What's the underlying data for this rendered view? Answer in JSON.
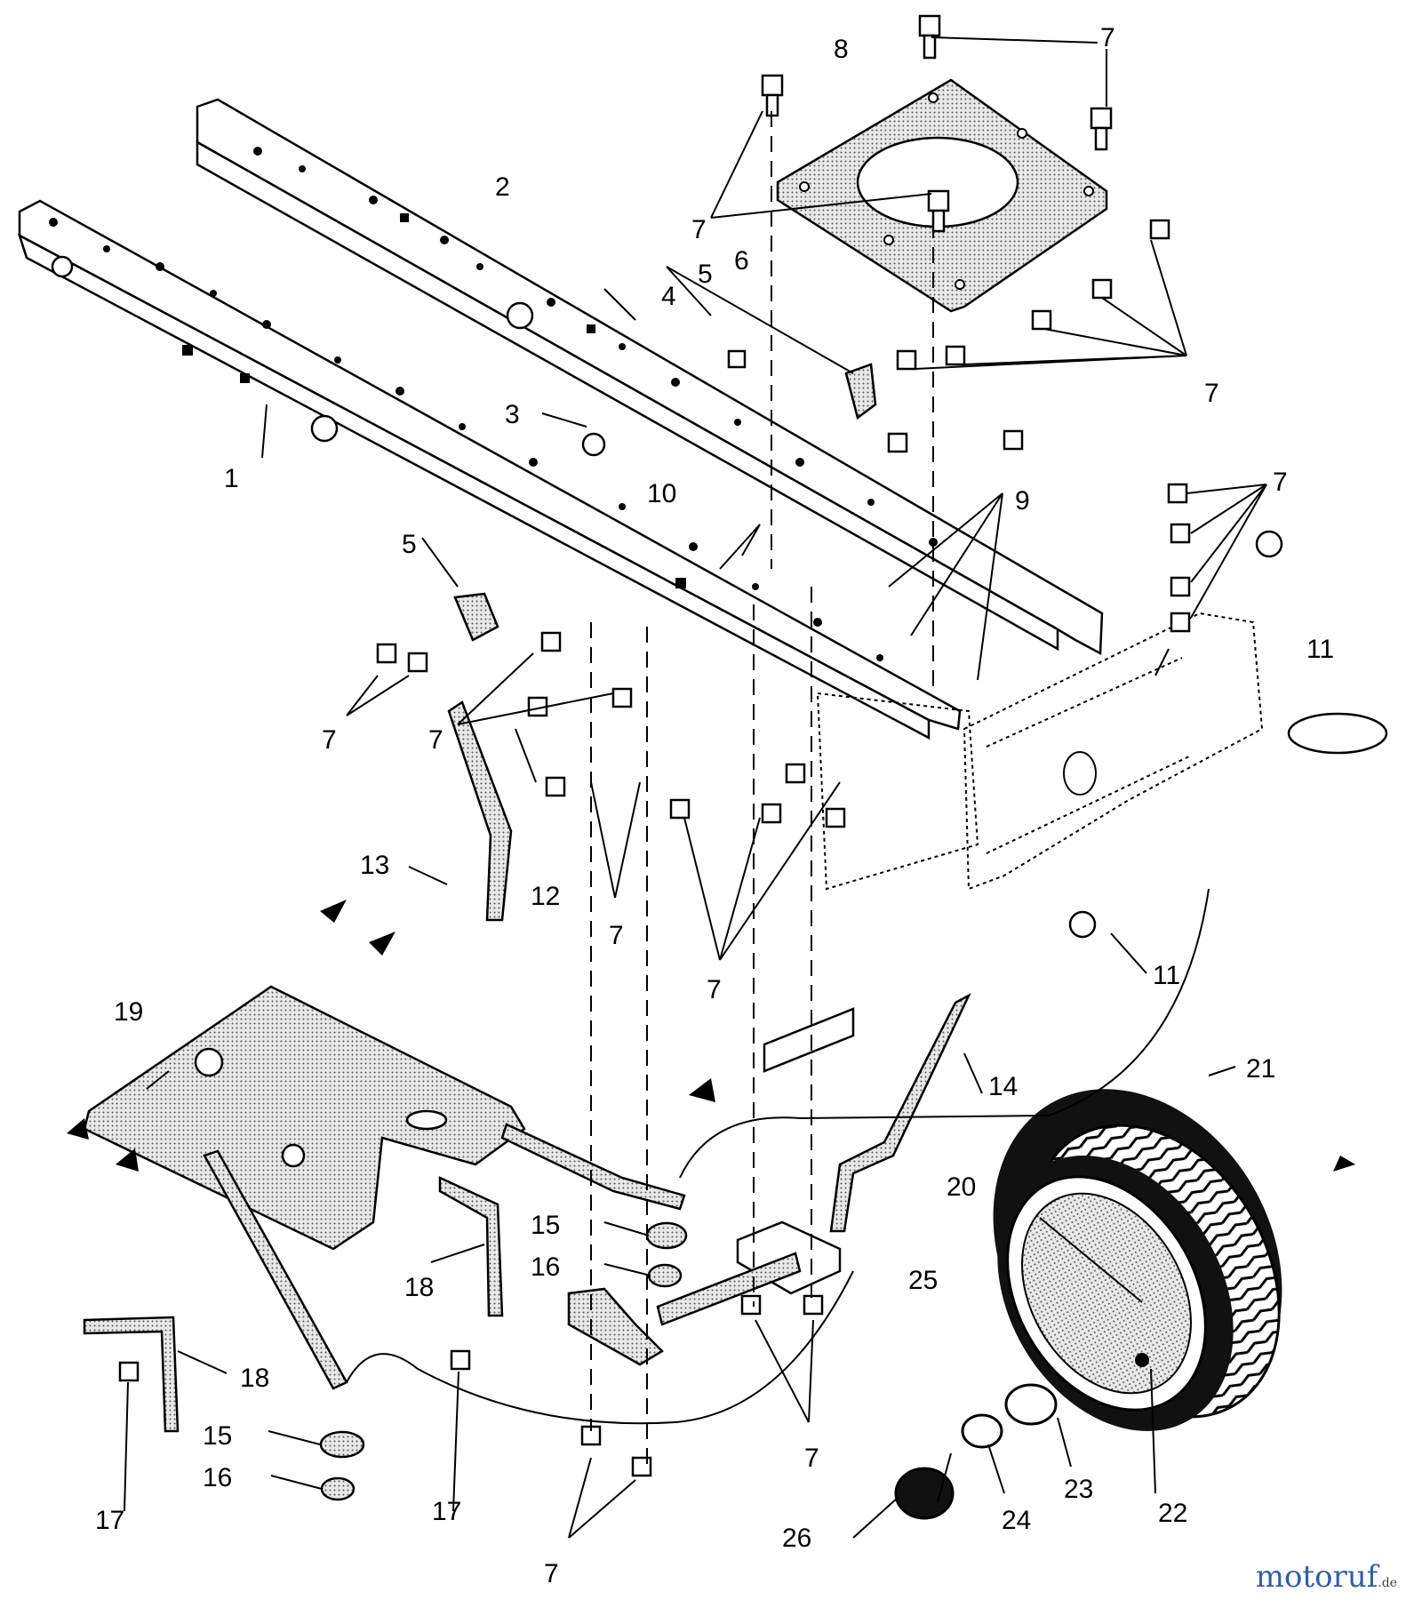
{
  "callouts": {
    "c1": "1",
    "c2": "2",
    "c3": "3",
    "c4": "4",
    "c5a": "5",
    "c5b": "5",
    "c6": "6",
    "c7": "7",
    "c8": "8",
    "c9": "9",
    "c10": "10",
    "c11a": "11",
    "c11b": "11",
    "c12": "12",
    "c13": "13",
    "c14": "14",
    "c15a": "15",
    "c15b": "15",
    "c16a": "16",
    "c16b": "16",
    "c17a": "17",
    "c17b": "17",
    "c18a": "18",
    "c18b": "18",
    "c19": "19",
    "c20": "20",
    "c21": "21",
    "c22": "22",
    "c23": "23",
    "c24": "24",
    "c25": "25",
    "c26": "26"
  },
  "watermark": {
    "brand": "motoruf",
    "suffix": ".de"
  },
  "colors": {
    "ink": "#000000",
    "stipple": "#bdbdbd",
    "tire": "#111111",
    "watermark": "#2f5fa8"
  }
}
